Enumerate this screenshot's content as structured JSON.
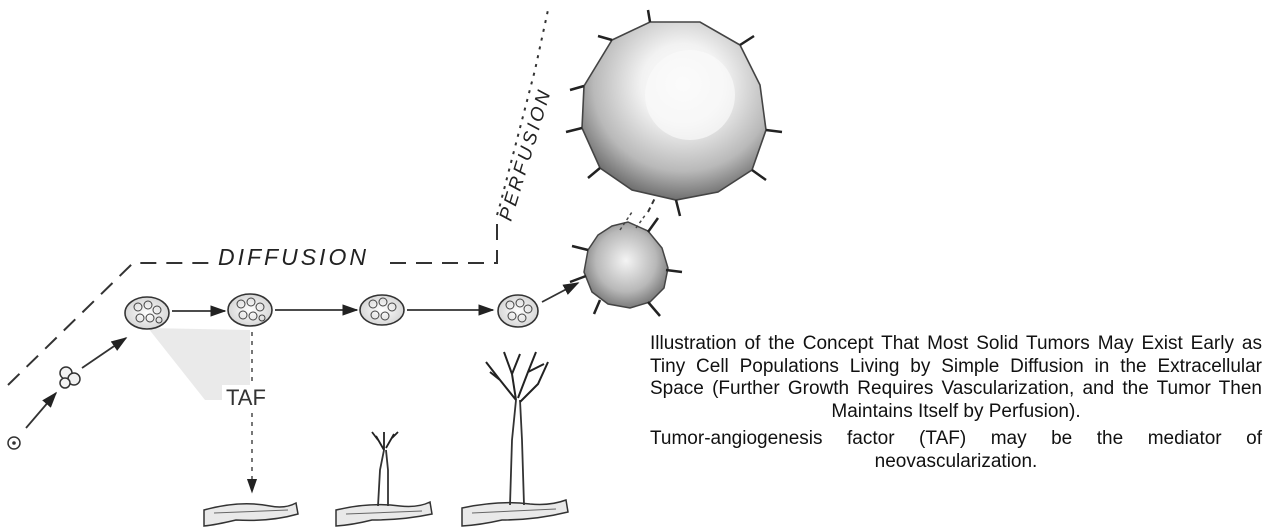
{
  "labels": {
    "diffusion": "DIFFUSION",
    "perfusion": "PERFUSION",
    "taf": "TAF"
  },
  "caption": {
    "title": "Illustration of the Concept That Most Solid Tumors May Exist Early as Tiny Cell Populations Living by Simple Diffusion in the Extracellular Space (Further Growth Requires Vascularization, and the Tumor Then Maintains Itself by Perfusion).",
    "note": "Tumor-angiogenesis factor (TAF) may be the mediator of neovascularization."
  }
}
